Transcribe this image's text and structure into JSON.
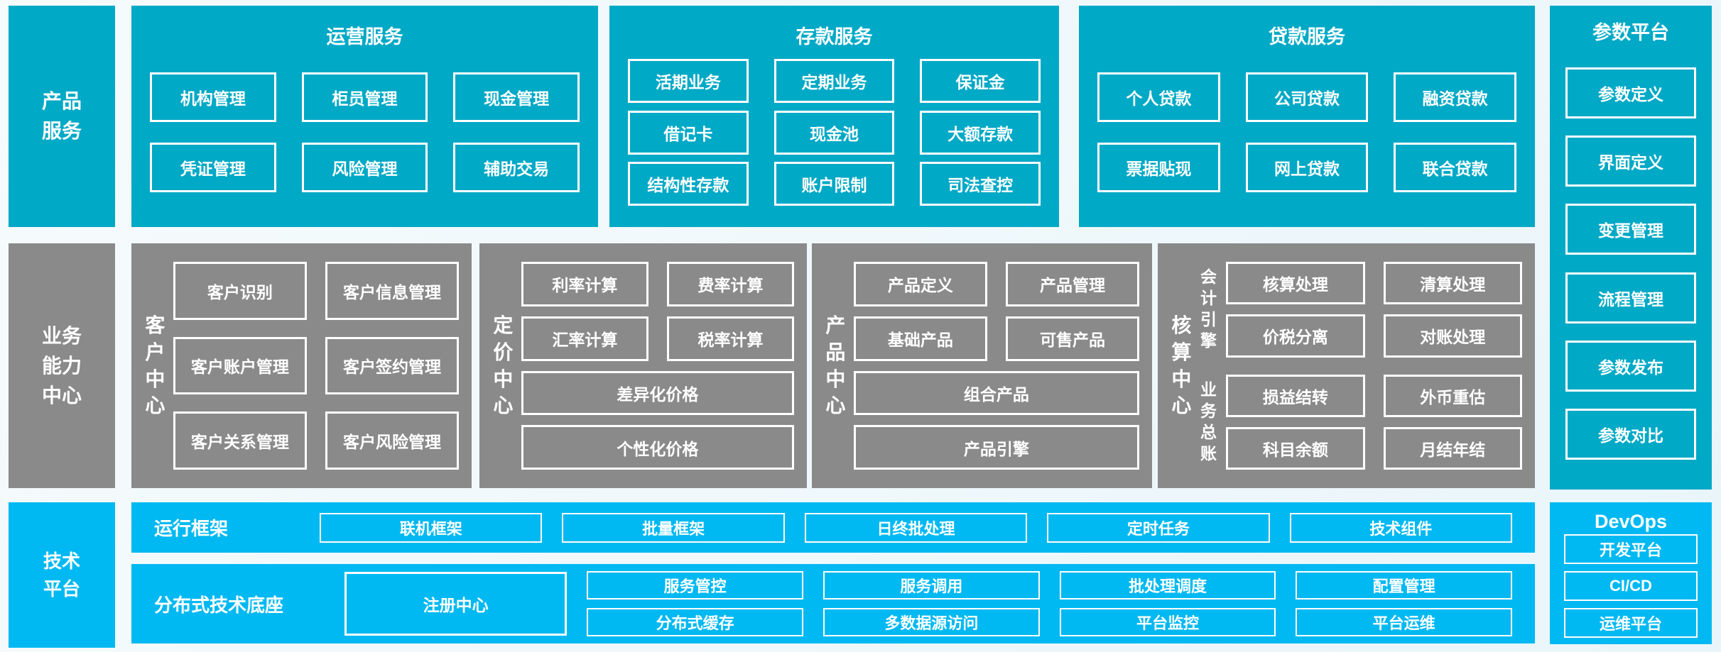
{
  "colors": {
    "teal": "#00a9c6",
    "gray": "#8a8a8a",
    "blue": "#00b9f2",
    "text": "#ffffff"
  },
  "product_row": {
    "sidebar": "产品\n服务",
    "groups": [
      {
        "title": "运营服务",
        "rows": [
          [
            "机构管理",
            "柜员管理",
            "现金管理"
          ],
          [
            "凭证管理",
            "风险管理",
            "辅助交易"
          ]
        ]
      },
      {
        "title": "存款服务",
        "rows": [
          [
            "活期业务",
            "定期业务",
            "保证金"
          ],
          [
            "借记卡",
            "现金池",
            "大额存款"
          ],
          [
            "结构性存款",
            "账户限制",
            "司法查控"
          ]
        ]
      },
      {
        "title": "贷款服务",
        "rows": [
          [
            "个人贷款",
            "公司贷款",
            "融资贷款"
          ],
          [
            "票据贴现",
            "网上贷款",
            "联合贷款"
          ]
        ]
      }
    ]
  },
  "param_platform": {
    "title": "参数平台",
    "items": [
      "参数定义",
      "界面定义",
      "变更管理",
      "流程管理",
      "参数发布",
      "参数对比"
    ]
  },
  "capability_row": {
    "sidebar": "业务\n能力\n中心",
    "customer": {
      "label": "客户中心",
      "items": [
        "客户识别",
        "客户信息管理",
        "客户账户管理",
        "客户签约管理",
        "客户关系管理",
        "客户风险管理"
      ]
    },
    "pricing": {
      "label": "定价中心",
      "small": [
        "利率计算",
        "费率计算",
        "汇率计算",
        "税率计算"
      ],
      "wide": [
        "差异化价格",
        "个性化价格"
      ]
    },
    "product": {
      "label": "产品中心",
      "small": [
        "产品定义",
        "产品管理",
        "基础产品",
        "可售产品"
      ],
      "wide": [
        "组合产品",
        "产品引擎"
      ]
    },
    "accounting": {
      "label": "核算中心",
      "groups": [
        {
          "label": "会计引擎",
          "items": [
            "核算处理",
            "清算处理",
            "价税分离",
            "对账处理"
          ]
        },
        {
          "label": "业务总账",
          "items": [
            "损益结转",
            "外币重估",
            "科目余额",
            "月结年结"
          ]
        }
      ]
    }
  },
  "tech_row": {
    "sidebar": "技术\n平台",
    "runtime": {
      "label": "运行框架",
      "items": [
        "联机框架",
        "批量框架",
        "日终批处理",
        "定时任务",
        "技术组件"
      ]
    },
    "distributed": {
      "label": "分布式技术底座",
      "registry": "注册中心",
      "grid": [
        [
          "服务管控",
          "服务调用",
          "批处理调度",
          "配置管理"
        ],
        [
          "分布式缓存",
          "多数据源访问",
          "平台监控",
          "平台运维"
        ]
      ]
    }
  },
  "devops": {
    "title": "DevOps",
    "items": [
      "开发平台",
      "CI/CD",
      "运维平台"
    ]
  }
}
